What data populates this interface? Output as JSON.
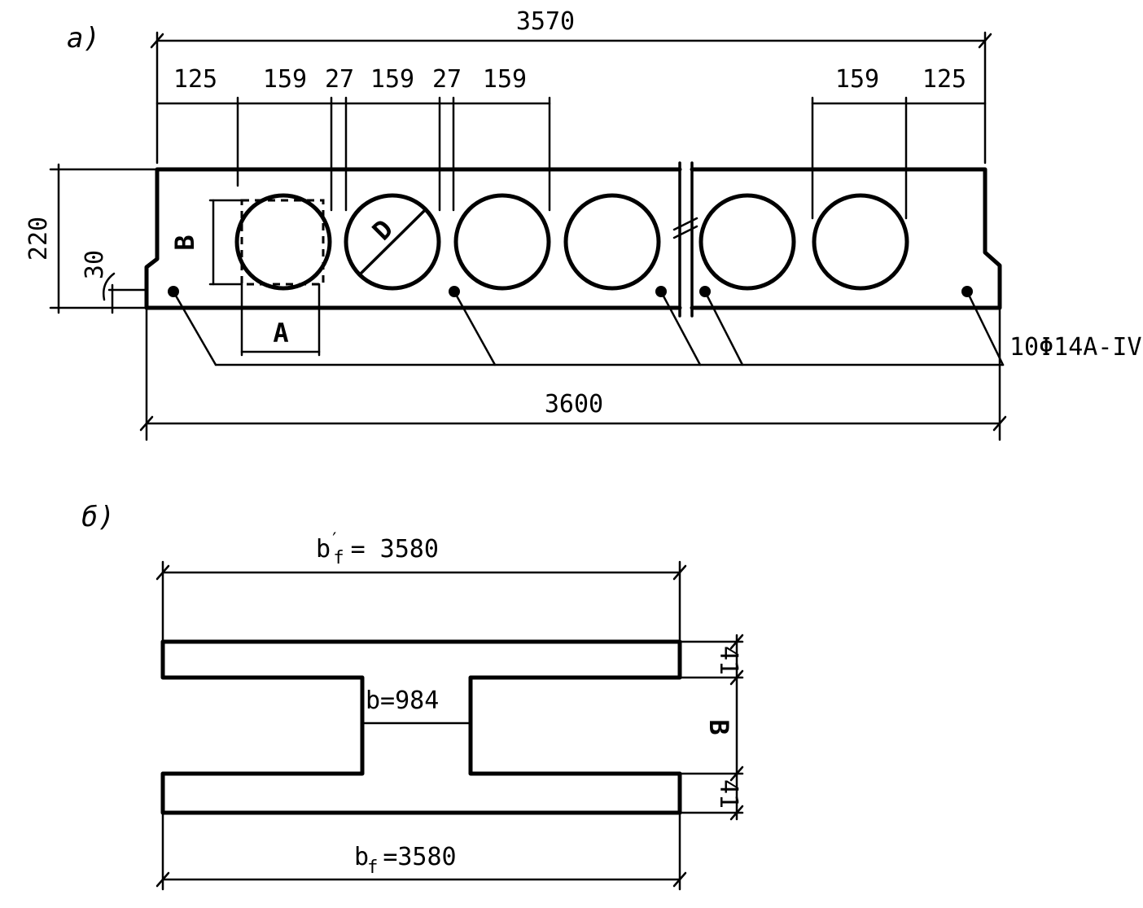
{
  "section_a": {
    "label": "а)",
    "overall_width": "3570",
    "spacings_left": [
      "125",
      "159",
      "27",
      "159",
      "27",
      "159"
    ],
    "spacings_right": [
      "159",
      "125"
    ],
    "height": "220",
    "ledge": "30",
    "hole_labels": {
      "width": "A",
      "height": "B",
      "diameter": "D"
    },
    "rebar": "10Φ14A-IV",
    "bottom_width": "3600"
  },
  "section_b": {
    "label": "б)",
    "top_flange_label": "b",
    "top_flange_sub": "f",
    "top_flange_value": "= 3580",
    "web_width": "b=984",
    "top_flange_thickness": "41",
    "web_height": "B",
    "bottom_flange_thickness": "41",
    "bottom_flange_label": "b",
    "bottom_flange_sub": "f",
    "bottom_flange_value": "=3580"
  }
}
